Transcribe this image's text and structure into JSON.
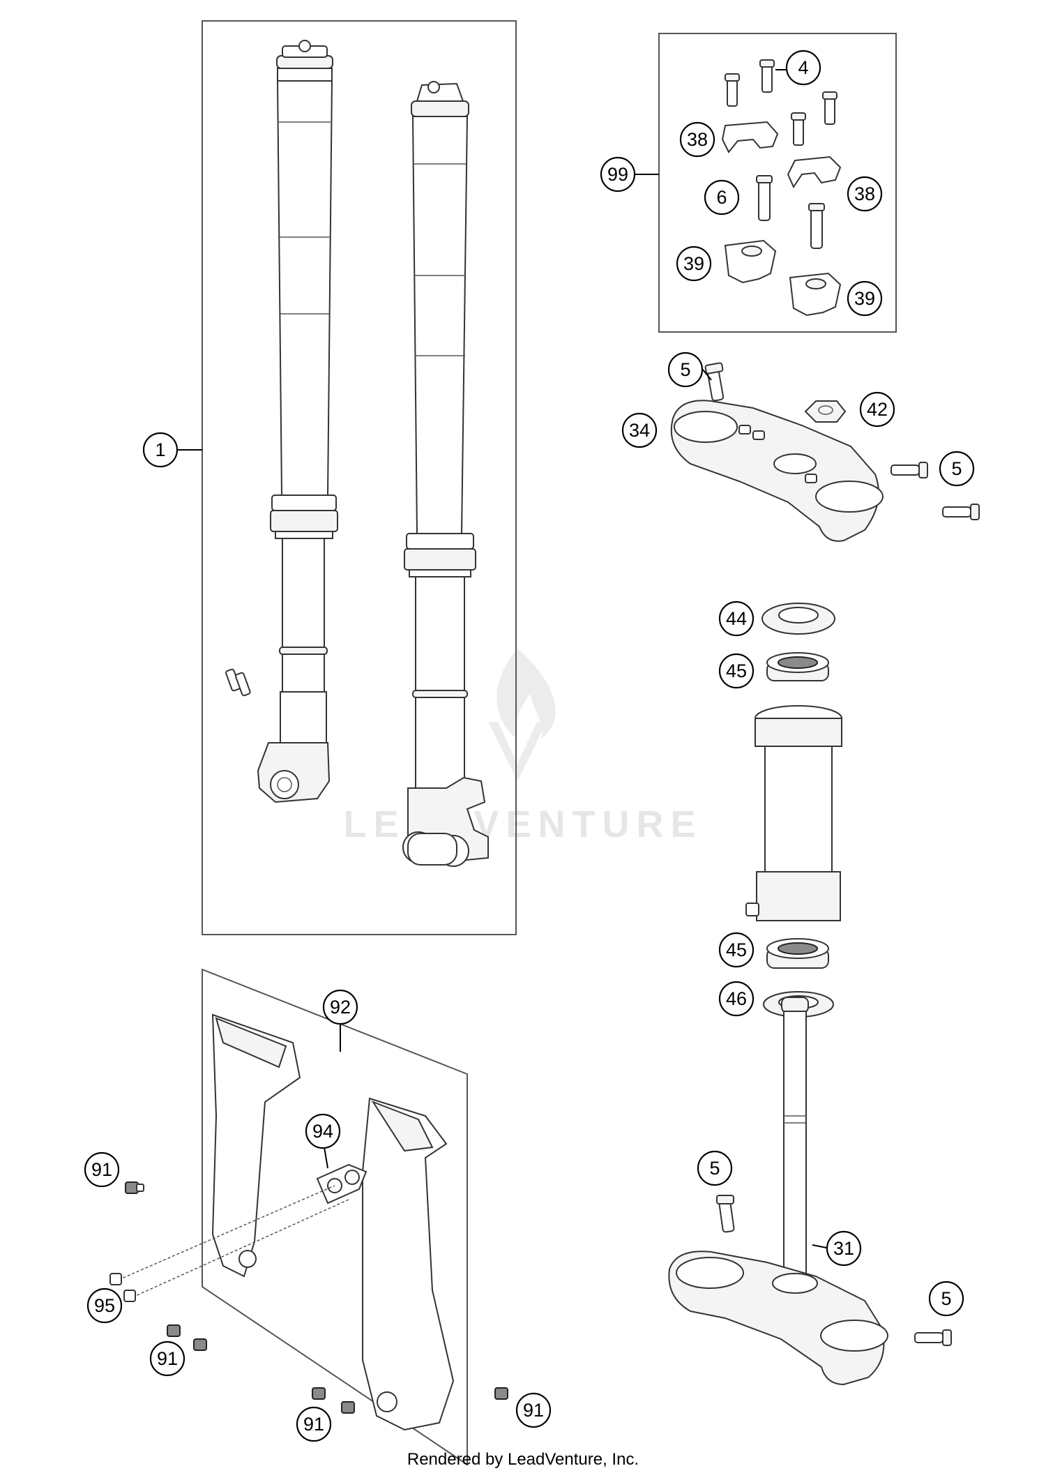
{
  "watermark": "LEADVENTURE",
  "footer": "Rendered by LeadVenture, Inc.",
  "callouts": {
    "c1": "1",
    "c4": "4",
    "c38a": "38",
    "c38b": "38",
    "c99": "99",
    "c6": "6",
    "c39a": "39",
    "c39b": "39",
    "c5a": "5",
    "c42": "42",
    "c34": "34",
    "c5b": "5",
    "c44": "44",
    "c45a": "45",
    "c45b": "45",
    "c46": "46",
    "c92": "92",
    "c94": "94",
    "c91a": "91",
    "c95": "95",
    "c91b": "91",
    "c91c": "91",
    "c91d": "91",
    "c5c": "5",
    "c31": "31",
    "c5d": "5"
  }
}
